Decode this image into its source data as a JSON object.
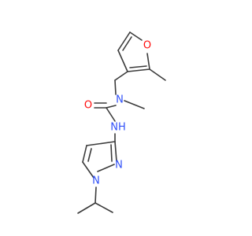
{
  "molecule": {
    "colors": {
      "bond": "#3b3b3b",
      "oxygen": "#ff0d0d",
      "nitrogen": "#3050f8"
    },
    "atoms": {
      "o_furan": "O",
      "o_carbonyl": "O",
      "n_methyl": "N",
      "nh": "NH",
      "n_pyrazole_ring": "N",
      "n_pyrazole_isopropyl": "N"
    }
  }
}
